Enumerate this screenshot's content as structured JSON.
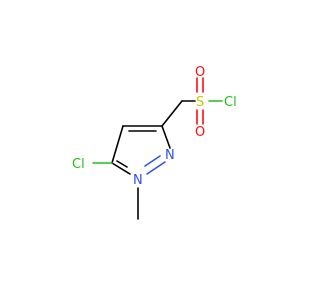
{
  "molecule": {
    "atoms": {
      "cl_ring": "Cl",
      "n_methyl": "N",
      "n_ring": "N",
      "s": "S",
      "o_top": "O",
      "o_bottom": "O",
      "cl_sulfonyl": "Cl"
    },
    "colors": {
      "Cl": "#1fbf1f",
      "N": "#3050f8",
      "S": "#c8c800",
      "O": "#ff0d0d",
      "C": "#000000"
    }
  }
}
